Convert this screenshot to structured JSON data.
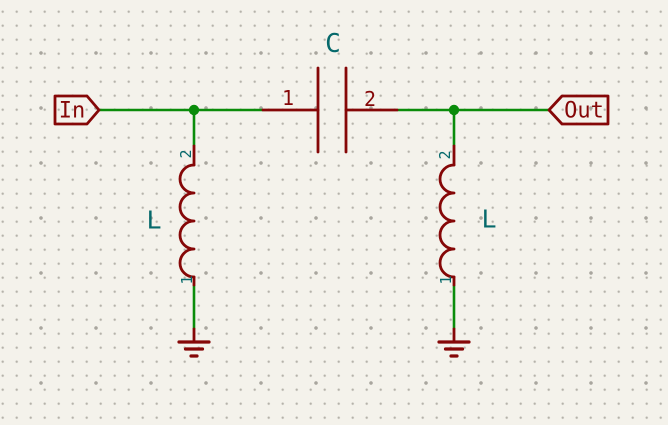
{
  "colors": {
    "background": "#F4F2EB",
    "grid_dot": "#B5B2AA",
    "wire": "#0A8C0A",
    "device": "#850707",
    "annotation": "#06696B"
  },
  "ports": {
    "input": {
      "label": "In"
    },
    "output": {
      "label": "Out"
    }
  },
  "capacitor": {
    "reference": "C",
    "pin_left": "1",
    "pin_right": "2"
  },
  "inductor_left": {
    "reference": "L",
    "pin_top": "2",
    "pin_bottom": "1"
  },
  "inductor_right": {
    "reference": "L",
    "pin_top": "2",
    "pin_bottom": "1"
  }
}
